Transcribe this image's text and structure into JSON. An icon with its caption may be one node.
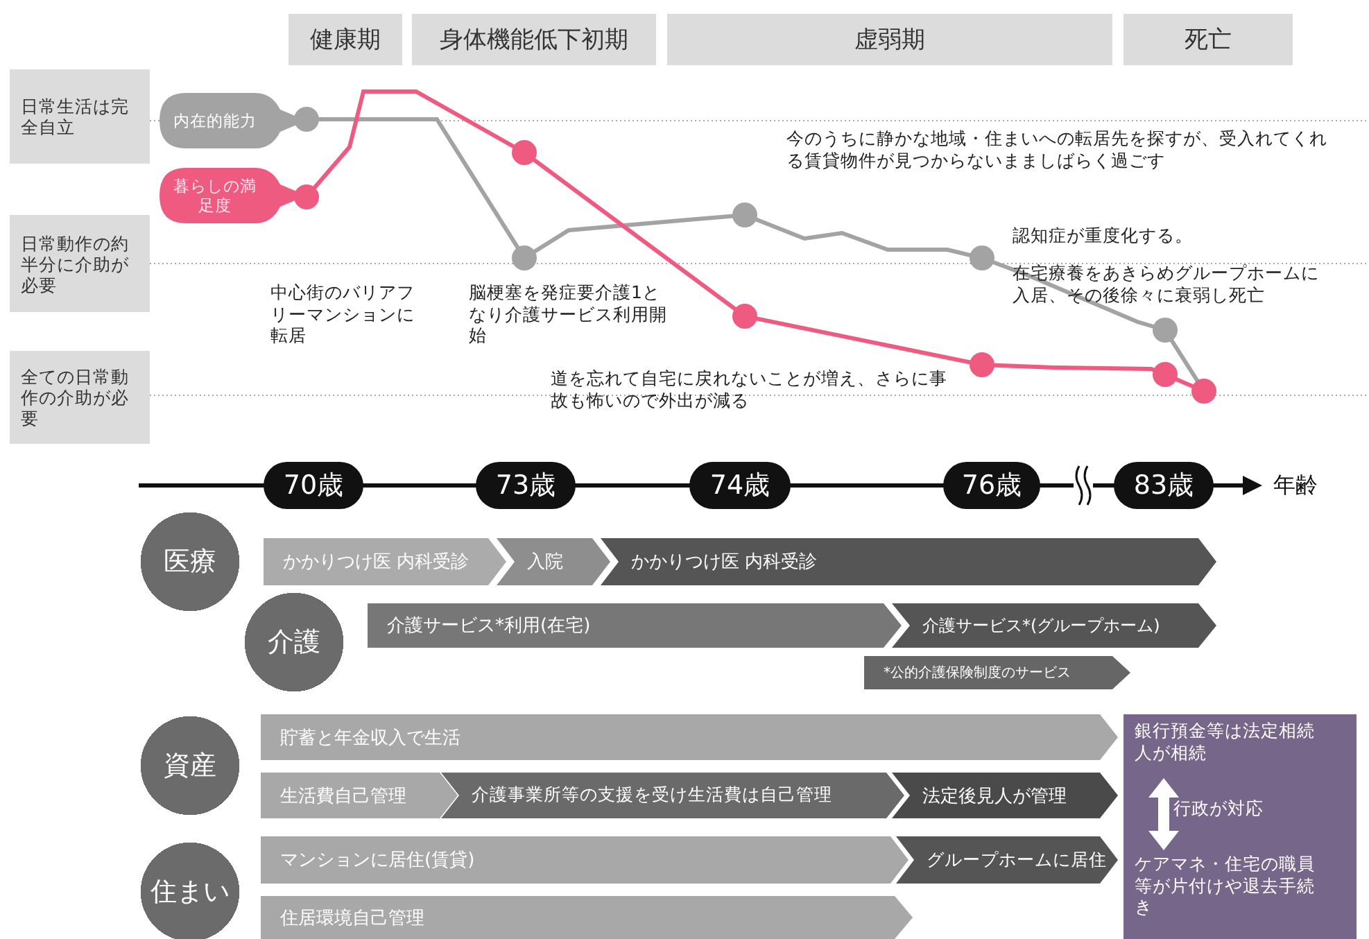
{
  "diagram": {
    "nodes": [
      {
        "text": [
          "健康期"
        ]
      },
      {
        "text": [
          "身体機能低下初期"
        ]
      },
      {
        "text": [
          "虚弱期"
        ]
      },
      {
        "text": [
          "死亡"
        ]
      },
      {
        "text": [
          "日常生活は完全自立"
        ]
      },
      {
        "text": [
          "日常動作の約半分に介助が必要"
        ]
      },
      {
        "text": [
          "全ての日常動作の介助が必要"
        ]
      },
      {
        "text": [
          "内在的能力"
        ]
      },
      {
        "text": [
          "暮らしの満足度"
        ]
      },
      {
        "text": [
          "70歳"
        ]
      },
      {
        "text": [
          "73歳"
        ]
      },
      {
        "text": [
          "74歳"
        ]
      },
      {
        "text": [
          "76歳"
        ]
      },
      {
        "text": [
          "83歳"
        ]
      },
      {
        "text": [
          "医療"
        ]
      },
      {
        "text": [
          "かかりつけ医 内科受診"
        ]
      },
      {
        "text": [
          "入院"
        ]
      },
      {
        "text": [
          "かかりつけ医 内科受診"
        ]
      },
      {
        "text": [
          "介護"
        ]
      },
      {
        "text": [
          "介護サービス*利用(在宅)"
        ]
      },
      {
        "text": [
          "介護サービス*(グループホーム)"
        ]
      },
      {
        "text": [
          "*公的介護保険制度のサービス"
        ]
      },
      {
        "text": [
          "資産"
        ]
      },
      {
        "text": [
          "貯蓄と年金収入で生活"
        ]
      },
      {
        "text": [
          "生活費自己管理"
        ]
      },
      {
        "text": [
          "介護事業所等の支援を受け生活費は自己管理"
        ]
      },
      {
        "text": [
          "法定後見人が管理"
        ]
      },
      {
        "text": [
          "住まい"
        ]
      },
      {
        "text": [
          "マンションに居住(賃貸)"
        ]
      },
      {
        "text": [
          "グループホームに居住"
        ]
      },
      {
        "text": [
          "住居環境自己管理"
        ]
      },
      {
        "text": [
          "銀行預金等は法定相続人が相続",
          "行政が対応",
          "ケアマネ・住宅の職員等が片付けや退去手続き"
        ]
      }
    ],
    "labels": [
      "今のうちに静かな地域・住まいへの転居先を探すが、受入れてくれる賃貸物件が見つからないまましばらく過ごす",
      "認知症が重度化する。",
      "在宅療養をあきらめグループホームに入居、その後徐々に衰弱し死亡",
      "中心街のバリアフリーマンションに転居",
      "脳梗塞を発症要介護1となり介護サービス利用開始",
      "道を忘れて自宅に戻れないことが増え、さらに事故も怖いので外出が減る",
      "年齢"
    ]
  }
}
